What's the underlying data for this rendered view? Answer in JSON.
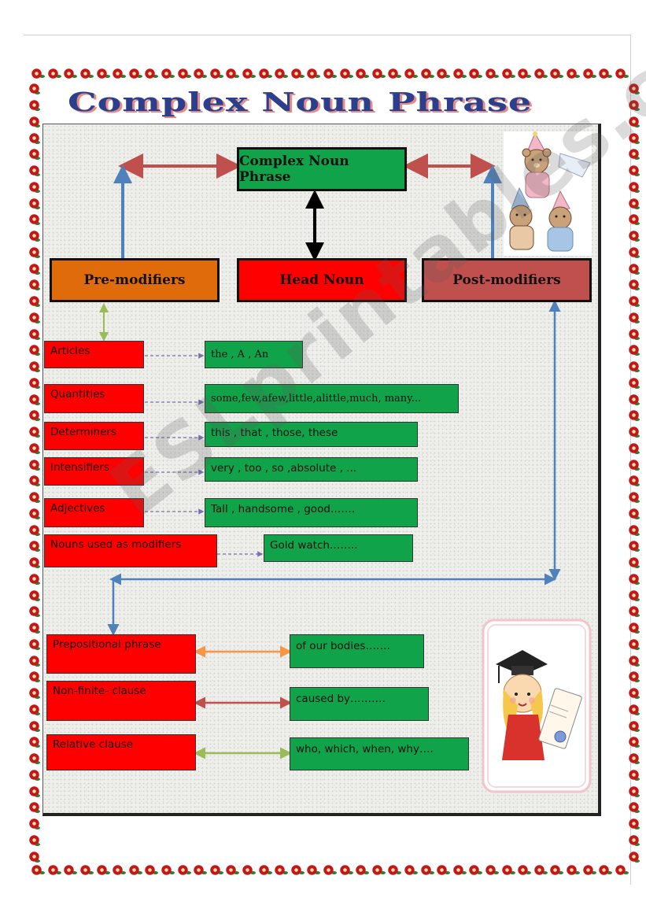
{
  "title": "Complex Noun Phrase",
  "watermark": "ESLprintables.com",
  "diagram": {
    "top_node": "Complex Noun Phrase",
    "pre_modifiers": "Pre-modifiers",
    "head_noun": "Head Noun",
    "post_modifiers": "Post-modifiers"
  },
  "pre_list": [
    {
      "label": "Articles",
      "example": "the , A  , An"
    },
    {
      "label": "Quantities",
      "example": "some,few,afew,little,alittle,much, many..."
    },
    {
      "label": "Determiners",
      "example": "this , that , those, these"
    },
    {
      "label": "Intensifiers",
      "example": "very  , too  , so  ,absolute , ..."
    },
    {
      "label": "Adjectives",
      "example": "Tall  ,  handsome , good……."
    },
    {
      "label": "Nouns used as modifiers",
      "example": "Gold watch…….."
    }
  ],
  "post_list": [
    {
      "label": "Prepositional phrase",
      "example": "of our bodies……."
    },
    {
      "label": "Non-finite- clause",
      "example": "caused by………."
    },
    {
      "label": "Relative clause",
      "example": "who, which, when, why…."
    }
  ],
  "icons": {
    "flower": "red-flower-icon",
    "bears": "teddy-bears-party-icon",
    "graduate": "graduate-girl-diploma-icon"
  },
  "colors": {
    "red": "#ff0000",
    "green": "#11a34a",
    "orange": "#e06b0a",
    "maroon": "#c0504d",
    "title": "#2b3f8c"
  }
}
